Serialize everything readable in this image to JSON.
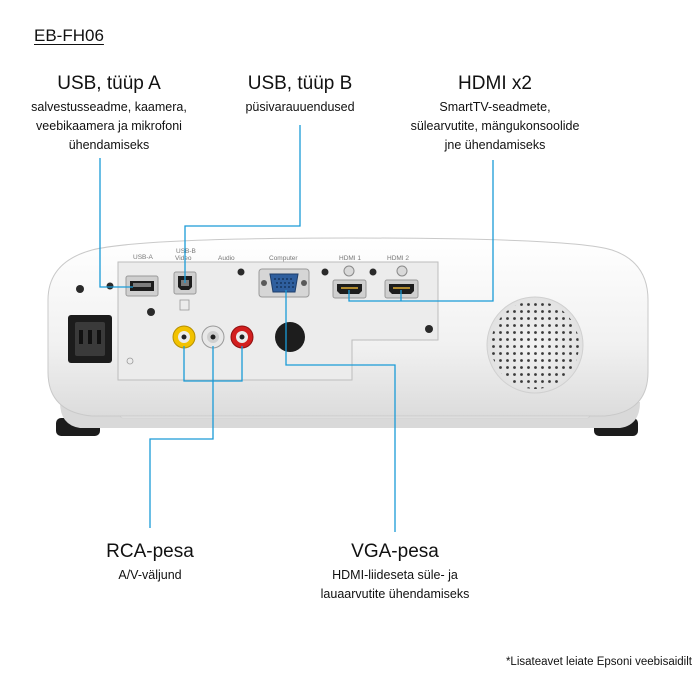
{
  "model": "EB-FH06",
  "callouts": {
    "usb_a": {
      "title": "USB, tüüp A",
      "lines": [
        "salvestusseadme, kaamera,",
        "veebikaamera ja mikrofoni",
        "ühendamiseks"
      ]
    },
    "usb_b": {
      "title": "USB, tüüp B",
      "lines": [
        "püsivarauuendused"
      ]
    },
    "hdmi": {
      "title": "HDMI x2",
      "lines": [
        "SmartTV-seadmete,",
        "sülearvutite, mängukonsoolide",
        "jne ühendamiseks"
      ]
    },
    "rca": {
      "title": "RCA-pesa",
      "lines": [
        "A/V-väljund"
      ]
    },
    "vga": {
      "title": "VGA-pesa",
      "lines": [
        "HDMI-liideseta süle- ja",
        "lauaarvutite ühendamiseks"
      ]
    }
  },
  "panel_labels": {
    "usb_a": "USB-A",
    "usb_b_1": "USB-B",
    "usb_b_2": "Video",
    "audio": "Audio",
    "computer": "Computer",
    "hdmi1": "HDMI 1",
    "hdmi2": "HDMI 2"
  },
  "footnote": "*Lisateavet leiate Epsoni veebisaidilt",
  "colors": {
    "leader_line": "#1a9bd7",
    "projector_body": "#f4f4f4",
    "rca_yellow": "#f2c200",
    "rca_white": "#e8e8e8",
    "rca_red": "#d21f1f"
  }
}
